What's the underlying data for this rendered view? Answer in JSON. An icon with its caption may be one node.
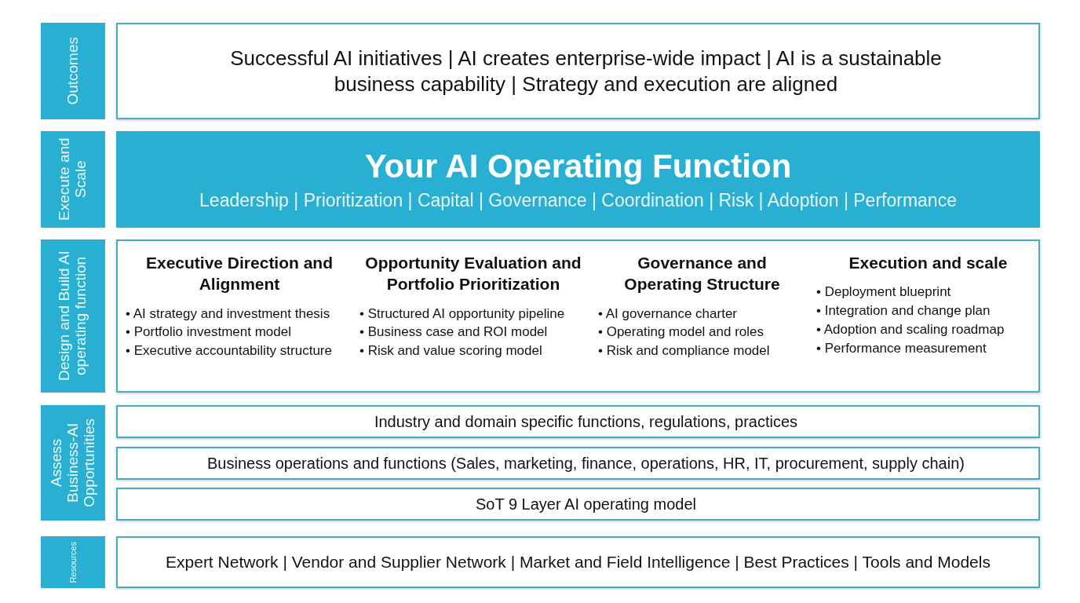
{
  "diagram": {
    "nodes": [
      {
        "text": [
          "Outcomes"
        ]
      },
      {
        "text": [
          "Successful AI initiatives | AI creates enterprise-wide impact | AI is a sustainable business capability | Strategy and execution are aligned"
        ]
      },
      {
        "text": [
          "Execute and Scale"
        ]
      },
      {
        "text": [
          "Your AI Operating Function",
          "Leadership | Prioritization | Capital | Governance | Coordination | Risk | Adoption | Performance"
        ]
      },
      {
        "text": [
          "Design and Build AI operating function"
        ]
      },
      {
        "text": [],
        "shape": "box"
      },
      {
        "text": [
          "Executive Direction and Alignment",
          "• AI strategy and investment thesis",
          "• Portfolio investment model",
          "• Executive accountability structure"
        ],
        "in": 5
      },
      {
        "text": [
          "Opportunity Evaluation and Portfolio Prioritization",
          "• Structured AI opportunity pipeline",
          "• Business case and ROI model",
          "• Risk and value scoring model"
        ],
        "in": 5
      },
      {
        "text": [
          "Governance and Operating Structure",
          "• AI governance charter",
          "• Operating model and roles",
          "• Risk and compliance model"
        ],
        "in": 5
      },
      {
        "text": [
          "Execution and scale",
          "• Deployment blueprint",
          "• Integration and change plan",
          "• Adoption and scaling roadmap",
          "• Performance measurement"
        ],
        "in": 5
      },
      {
        "text": [
          "Assess Business-AI Opportunities"
        ]
      },
      {
        "text": [
          "Industry and domain specific functions, regulations, practices"
        ]
      },
      {
        "text": [
          "Business operations and functions (Sales, marketing, finance, operations, HR, IT, procurement, supply chain)"
        ]
      },
      {
        "text": [
          "SoT 9 Layer AI operating model"
        ]
      },
      {
        "text": [
          "Resources"
        ]
      },
      {
        "text": [
          "Expert Network | Vendor and Supplier Network | Market and Field Intelligence | Best Practices | Tools and Models"
        ]
      }
    ]
  }
}
